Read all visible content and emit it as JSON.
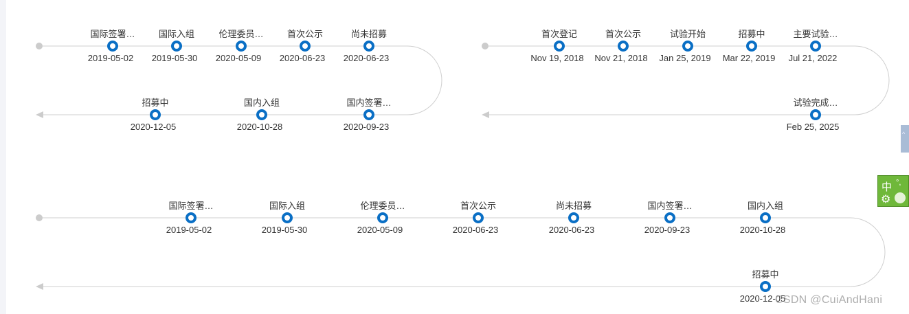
{
  "timelines": {
    "top_left": {
      "row1": [
        {
          "title": "国际签署…",
          "date": "2019-05-02"
        },
        {
          "title": "国际入组",
          "date": "2019-05-30"
        },
        {
          "title": "伦理委员…",
          "date": "2020-05-09"
        },
        {
          "title": "首次公示",
          "date": "2020-06-23"
        },
        {
          "title": "尚未招募",
          "date": "2020-06-23"
        }
      ],
      "row2": [
        {
          "title": "招募中",
          "date": "2020-12-05"
        },
        {
          "title": "国内入组",
          "date": "2020-10-28"
        },
        {
          "title": "国内签署…",
          "date": "2020-09-23"
        }
      ]
    },
    "top_right": {
      "row1": [
        {
          "title": "首次登记",
          "date": "Nov 19, 2018"
        },
        {
          "title": "首次公示",
          "date": "Nov 21, 2018"
        },
        {
          "title": "试验开始",
          "date": "Jan 25, 2019"
        },
        {
          "title": "招募中",
          "date": "Mar 22, 2019"
        },
        {
          "title": "主要试验…",
          "date": "Jul 21, 2022"
        }
      ],
      "row2": [
        {
          "title": "试验完成…",
          "date": "Feb 25, 2025"
        }
      ]
    },
    "bottom": {
      "row1": [
        {
          "title": "国际签署…",
          "date": "2019-05-02"
        },
        {
          "title": "国际入组",
          "date": "2019-05-30"
        },
        {
          "title": "伦理委员…",
          "date": "2020-05-09"
        },
        {
          "title": "首次公示",
          "date": "2020-06-23"
        },
        {
          "title": "尚未招募",
          "date": "2020-06-23"
        },
        {
          "title": "国内签署…",
          "date": "2020-09-23"
        },
        {
          "title": "国内入组",
          "date": "2020-10-28"
        }
      ],
      "row2": [
        {
          "title": "招募中",
          "date": "2020-12-05"
        }
      ]
    }
  },
  "ime": {
    "char": "中"
  },
  "watermark": "CSDN @CuiAndHani",
  "colors": {
    "node": "#0a6fc5",
    "line": "#d0d0d0",
    "ime_bg": "#6fb83a"
  }
}
